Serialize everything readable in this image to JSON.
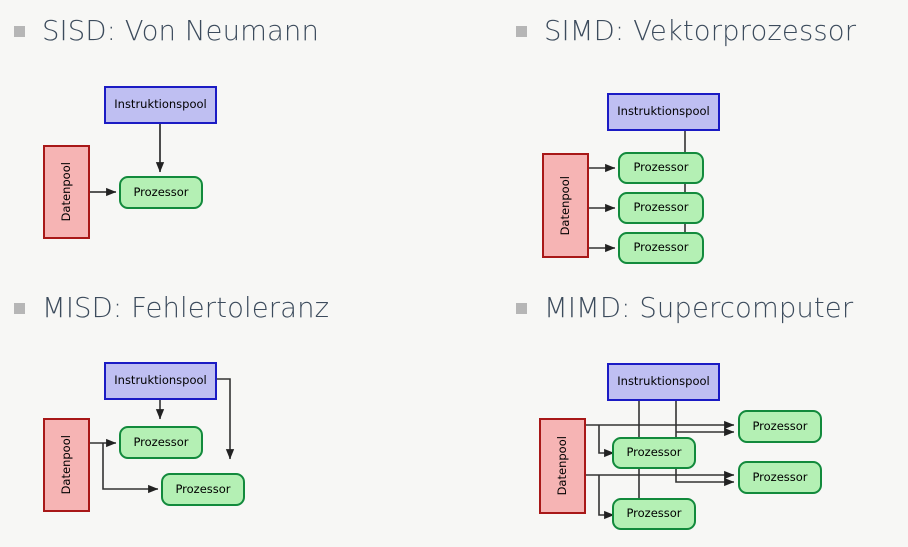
{
  "slide": {
    "background_color": "#f7f7f5",
    "bullet_color": "#b6b6b6",
    "heading_color": "#3c4b5c",
    "palette": {
      "instruction_fill": "#bfbff2",
      "instruction_border": "#1b1bc4",
      "processor_fill": "#b4f0b4",
      "processor_border": "#128a3c",
      "data_fill": "#f6b4b4",
      "data_border": "#a81818",
      "connector": "#333333"
    }
  },
  "quadrants": [
    {
      "id": "sisd",
      "heading": "SISD: Von Neumann",
      "nodes": {
        "instruction": "Instruktionspool",
        "data": "Datenpool",
        "processors": [
          "Prozessor"
        ]
      }
    },
    {
      "id": "simd",
      "heading": "SIMD: Vektorprozessor",
      "nodes": {
        "instruction": "Instruktionspool",
        "data": "Datenpool",
        "processors": [
          "Prozessor",
          "Prozessor",
          "Prozessor"
        ]
      }
    },
    {
      "id": "misd",
      "heading": "MISD: Fehlertoleranz",
      "nodes": {
        "instruction": "Instruktionspool",
        "data": "Datenpool",
        "processors": [
          "Prozessor",
          "Prozessor"
        ]
      }
    },
    {
      "id": "mimd",
      "heading": "MIMD: Supercomputer",
      "nodes": {
        "instruction": "Instruktionspool",
        "data": "Datenpool",
        "processors": [
          "Prozessor",
          "Prozessor",
          "Prozessor",
          "Prozessor"
        ]
      }
    }
  ]
}
